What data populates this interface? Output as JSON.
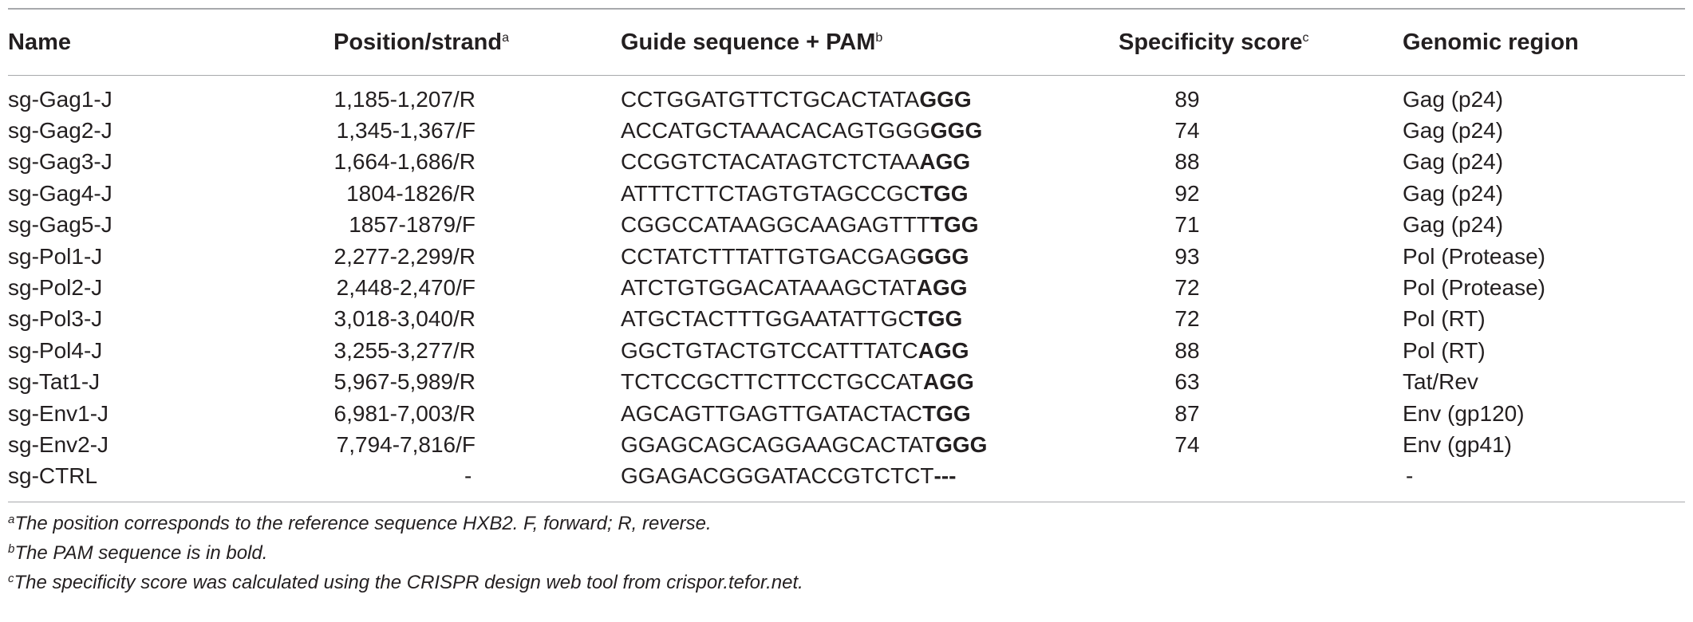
{
  "table": {
    "headers": [
      {
        "label": "Name",
        "sup": ""
      },
      {
        "label": "Position/strand",
        "sup": "a"
      },
      {
        "label": "Guide sequence + PAM",
        "sup": "b"
      },
      {
        "label": "Specificity score",
        "sup": "c"
      },
      {
        "label": "Genomic region",
        "sup": ""
      }
    ],
    "rows": [
      {
        "name": "sg-Gag1-J",
        "position": "1,185-1,207/R",
        "guide": "CCTGGATGTTCTGCACTATA",
        "pam": "GGG",
        "score": "89",
        "region": "Gag (p24)"
      },
      {
        "name": "sg-Gag2-J",
        "position": "1,345-1,367/F",
        "guide": "ACCATGCTAAACACAGTGGG",
        "pam": "GGG",
        "score": "74",
        "region": "Gag (p24)"
      },
      {
        "name": "sg-Gag3-J",
        "position": "1,664-1,686/R",
        "guide": "CCGGTCTACATAGTCTCTAA",
        "pam": "AGG",
        "score": "88",
        "region": "Gag (p24)"
      },
      {
        "name": "sg-Gag4-J",
        "position": "1804-1826/R",
        "guide": "ATTTCTTCTAGTGTAGCCGC",
        "pam": "TGG",
        "score": "92",
        "region": "Gag (p24)"
      },
      {
        "name": "sg-Gag5-J",
        "position": "1857-1879/F",
        "guide": "CGGCCATAAGGCAAGAGTTT",
        "pam": "TGG",
        "score": "71",
        "region": "Gag (p24)"
      },
      {
        "name": "sg-Pol1-J",
        "position": "2,277-2,299/R",
        "guide": "CCTATCTTTATTGTGACGAG",
        "pam": "GGG",
        "score": "93",
        "region": "Pol (Protease)"
      },
      {
        "name": "sg-Pol2-J",
        "position": "2,448-2,470/F",
        "guide": "ATCTGTGGACATAAAGCTAT",
        "pam": "AGG",
        "score": "72",
        "region": "Pol (Protease)"
      },
      {
        "name": "sg-Pol3-J",
        "position": "3,018-3,040/R",
        "guide": "ATGCTACTTTGGAATATTGC",
        "pam": "TGG",
        "score": "72",
        "region": "Pol (RT)"
      },
      {
        "name": "sg-Pol4-J",
        "position": "3,255-3,277/R",
        "guide": "GGCTGTACTGTCCATTTATC",
        "pam": "AGG",
        "score": "88",
        "region": "Pol (RT)"
      },
      {
        "name": "sg-Tat1-J",
        "position": "5,967-5,989/R",
        "guide": "TCTCCGCTTCTTCCTGCCAT",
        "pam": "AGG",
        "score": "63",
        "region": "Tat/Rev"
      },
      {
        "name": "sg-Env1-J",
        "position": "6,981-7,003/R",
        "guide": "AGCAGTTGAGTTGATACTAC",
        "pam": "TGG",
        "score": "87",
        "region": "Env (gp120)"
      },
      {
        "name": "sg-Env2-J",
        "position": "7,794-7,816/F",
        "guide": "GGAGCAGCAGGAAGCACTAT",
        "pam": "GGG",
        "score": "74",
        "region": "Env (gp41)"
      },
      {
        "name": "sg-CTRL",
        "position": "-",
        "guide": "GGAGACGGGATACCGTCTCT",
        "pam": "---",
        "score": "",
        "region": "-"
      }
    ]
  },
  "footnotes": [
    {
      "mark": "a",
      "text": "The position corresponds to the reference sequence HXB2. F, forward; R, reverse."
    },
    {
      "mark": "b",
      "text": "The PAM sequence is in bold."
    },
    {
      "mark": "c",
      "text": "The specificity score was calculated using the CRISPR design web tool from crispor.tefor.net."
    }
  ]
}
